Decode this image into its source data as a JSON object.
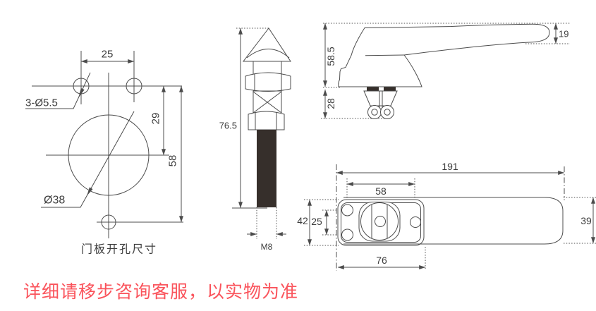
{
  "notice": {
    "text": "详细请移步咨询客服，以实物为准"
  },
  "drill_template": {
    "caption": "门板开孔尺寸",
    "dims": {
      "hole_spacing": "25",
      "small_holes": "3-Ø5.5",
      "center_offset": "29",
      "vertical_span": "58",
      "main_hole": "Ø38"
    }
  },
  "bolt_view": {
    "dims": {
      "length": "76.5",
      "thread": "M8"
    }
  },
  "handle_side_view": {
    "dims": {
      "body_height": "58.5",
      "tip_height": "19",
      "latch_depth": "28"
    }
  },
  "handle_plan_view": {
    "dims": {
      "total_length": "191",
      "hole_span": "58",
      "plate_height": "42",
      "hole_pair_spacing": "25",
      "plate_length": "76",
      "handle_width": "39"
    }
  },
  "colors": {
    "line": "#4c4c4c",
    "dim_text": "#3d3d3d",
    "thread_fill": "#362f2b",
    "notice_text": "#fa545c",
    "background": "#ffffff"
  }
}
